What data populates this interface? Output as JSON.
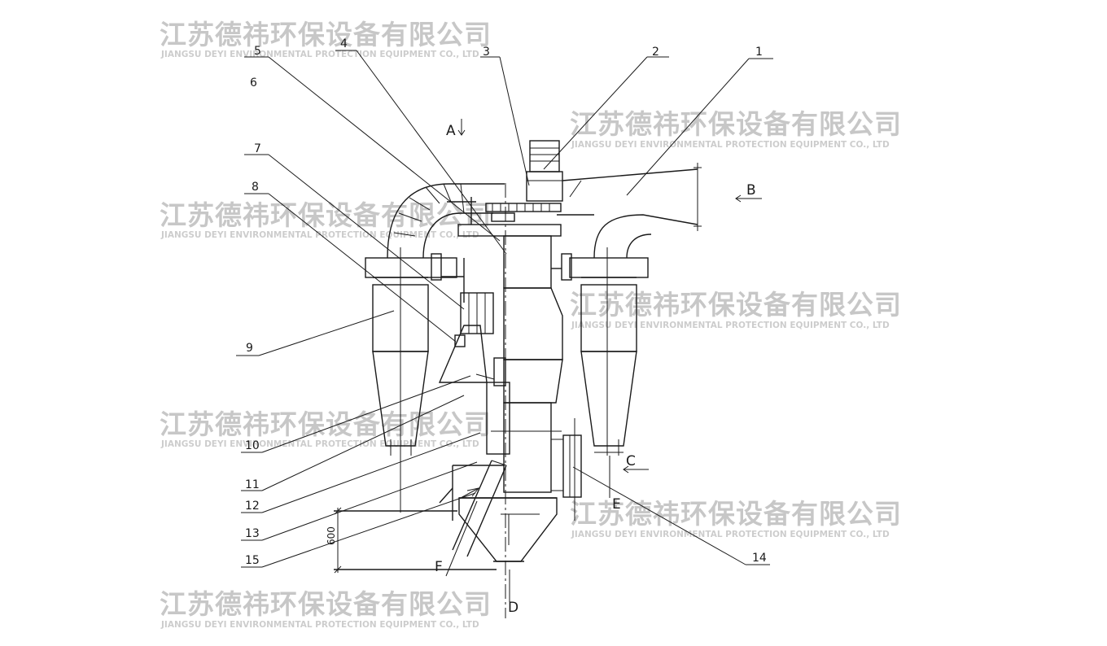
{
  "part_numbers": [
    "1",
    "2",
    "3",
    "4",
    "5",
    "6",
    "7",
    "8",
    "9",
    "10",
    "11",
    "12",
    "13",
    "14",
    "15"
  ],
  "view_labels": {
    "A": "A",
    "B": "B",
    "C": "C",
    "D": "D",
    "E": "E",
    "F": "F"
  },
  "dimension": "600",
  "watermark": {
    "company_cn": "江苏德祎环保设备有限公司",
    "company_en": "JIANGSU DEYI ENVIRONMENTAL PROTECTION EQUIPMENT CO., LTD"
  }
}
